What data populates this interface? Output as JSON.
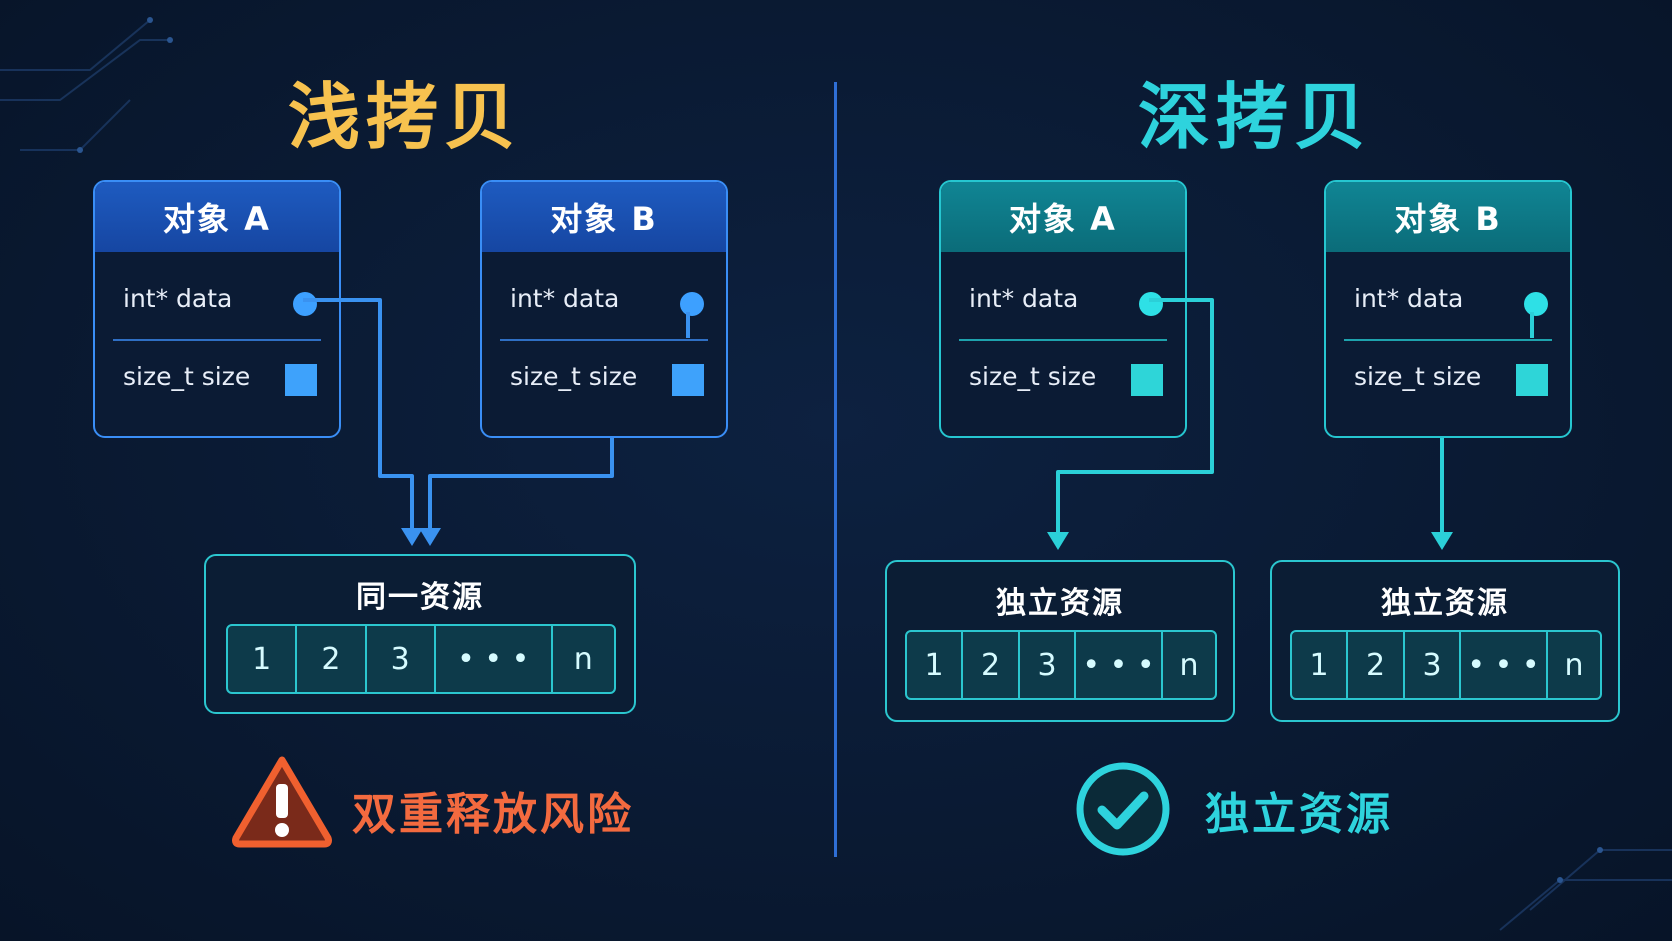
{
  "shallow": {
    "title": "浅拷贝",
    "object_a": {
      "title": "对象 A",
      "field_data": "int* data",
      "field_size": "size_t size"
    },
    "object_b": {
      "title": "对象 B",
      "field_data": "int* data",
      "field_size": "size_t size"
    },
    "resource": {
      "title": "同一资源",
      "cells": [
        "1",
        "2",
        "3",
        "• • •",
        "n"
      ]
    },
    "warning": "双重释放风险"
  },
  "deep": {
    "title": "深拷贝",
    "object_a": {
      "title": "对象 A",
      "field_data": "int* data",
      "field_size": "size_t size"
    },
    "object_b": {
      "title": "对象 B",
      "field_data": "int* data",
      "field_size": "size_t size"
    },
    "resource_a": {
      "title": "独立资源",
      "cells": [
        "1",
        "2",
        "3",
        "• • •",
        "n"
      ]
    },
    "resource_b": {
      "title": "独立资源",
      "cells": [
        "1",
        "2",
        "3",
        "• • •",
        "n"
      ]
    },
    "result": "独立资源"
  },
  "colors": {
    "shallow_title": "#f7c24f",
    "deep_title": "#2ed3dd",
    "blue_accent": "#3a8ef6",
    "teal_accent": "#26c6d0",
    "warning": "#f36a3f"
  },
  "icons": {
    "warning": "warning-triangle-icon",
    "success": "check-circle-icon"
  }
}
